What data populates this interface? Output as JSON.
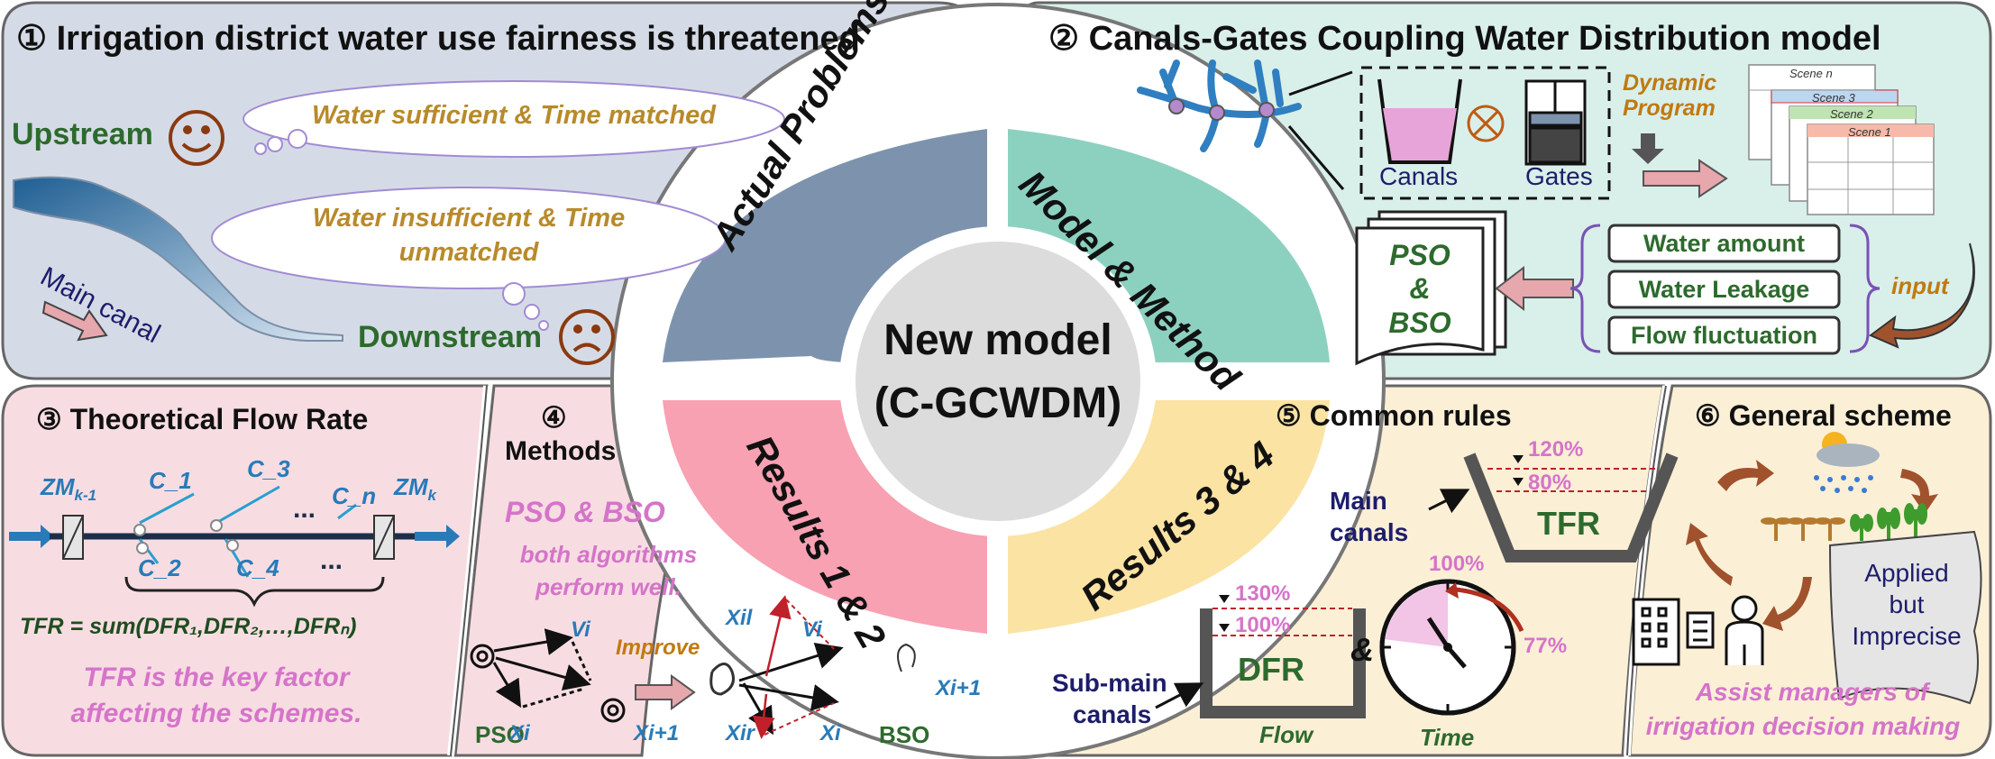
{
  "panel1": {
    "title": "① Irrigation district water use fairness is threatened",
    "upstream": "Upstream",
    "downstream": "Downstream",
    "main_canal": "Main canal",
    "bubble_top": "Water sufficient & Time matched",
    "bubble_bottom_l1": "Water insufficient & Time",
    "bubble_bottom_l2": "unmatched",
    "happy_icon": "smiley-face-icon",
    "sad_icon": "sad-face-icon"
  },
  "panel2": {
    "title": "② Canals-Gates Coupling Water Distribution model",
    "canals": "Canals",
    "gates": "Gates",
    "dynamic_l1": "Dynamic",
    "dynamic_l2": "Program",
    "scenes": [
      "Scene n",
      "Scene 3",
      "Scene 2",
      "Scene 1"
    ],
    "pso_l1": "PSO",
    "pso_l2": "&",
    "pso_l3": "BSO",
    "inputs": [
      "Water amount",
      "Water Leakage",
      "Flow fluctuation"
    ],
    "input_label": "input"
  },
  "center": {
    "q_actual": "Actual Problems",
    "q_model": "Model & Method",
    "q_r12": "Results  1 & 2",
    "q_r34": "Results  3 & 4",
    "model_l1": "New model",
    "model_l2": "(C-GCWDM)",
    "colors": {
      "actual": "#7d93ad",
      "model": "#8cd1c0",
      "r12": "#f7a1b3",
      "r34": "#fbe3a4"
    }
  },
  "panel3": {
    "title": "③ Theoretical Flow Rate",
    "zm_left": "ZM",
    "zm_left_sub": "k-1",
    "zm_right": "ZM",
    "zm_right_sub": "k",
    "c1": "C_1",
    "c2": "C_2",
    "c3": "C_3",
    "c4": "C_4",
    "cn": "C_n",
    "dots": "...",
    "formula": "TFR = sum(DFR₁,DFR₂,…,DFRₙ)",
    "note_l1": "TFR is the key factor",
    "note_l2": "affecting the schemes."
  },
  "panel4": {
    "num": "④",
    "title": "Methods",
    "heading": "PSO & BSO",
    "desc_l1": "both algorithms",
    "desc_l2": "perform well.",
    "improve": "Improve",
    "pso": "PSO",
    "bso": "BSO",
    "vi": "Vi",
    "xi": "Xi",
    "xi1": "Xi+1",
    "xil": "Xil",
    "xir": "Xir"
  },
  "panel5": {
    "title": "⑤ Common rules",
    "main_l1": "Main",
    "main_l2": "canals",
    "sub_l1": "Sub-main",
    "sub_l2": "canals",
    "tfr": "TFR",
    "dfr": "DFR",
    "p120": "120%",
    "p80": "80%",
    "p130": "130%",
    "p100a": "100%",
    "p100b": "100%",
    "p77": "77%",
    "amp": "&",
    "flow": "Flow",
    "time": "Time",
    "clock_fraction": 0.77
  },
  "panel6": {
    "title": "⑥ General scheme",
    "applied_l1": "Applied",
    "applied_l2": "but",
    "applied_l3": "Imprecise",
    "assist_l1": "Assist managers of",
    "assist_l2": "irrigation decision making"
  }
}
